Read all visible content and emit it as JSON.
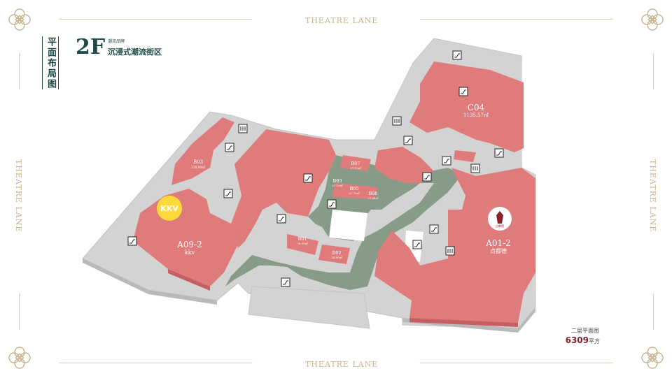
{
  "brand": {
    "top": "THEATRE LANE",
    "bottom": "THEATRE LANE",
    "left": "THEATRE LANE",
    "right": "THEATRE LANE"
  },
  "header": {
    "vertical_title": "平面布局图",
    "floor": "2F",
    "floor_sub": "潮流品牌",
    "floor_desc": "沉浸式潮流街区"
  },
  "summary": {
    "label": "二层平面图",
    "value": "6309",
    "unit": "平方"
  },
  "units": [
    {
      "code": "C04",
      "area": "1135.57㎡"
    },
    {
      "code": "B03",
      "area": "318.99㎡"
    },
    {
      "code": "B07",
      "area": "27.13㎡"
    },
    {
      "code": "B03",
      "area": "27.13㎡"
    },
    {
      "code": "B05",
      "area": "27.79㎡"
    },
    {
      "code": "B06",
      "area": "27.94㎡"
    },
    {
      "code": "B01",
      "area": "78.99㎡"
    },
    {
      "code": "B02",
      "area": "24.95㎡"
    },
    {
      "code": "A09-2",
      "tenant": "kkv"
    },
    {
      "code": "A01-2",
      "tenant": "点都德"
    }
  ],
  "logos": {
    "kkv": "KKV",
    "diandude": "点都德"
  },
  "colors": {
    "shop": "#e07a7a",
    "corridor": "#849a86",
    "base": "#d2d2d2",
    "accent": "#1f4a4a",
    "gold": "#c8b48e"
  }
}
